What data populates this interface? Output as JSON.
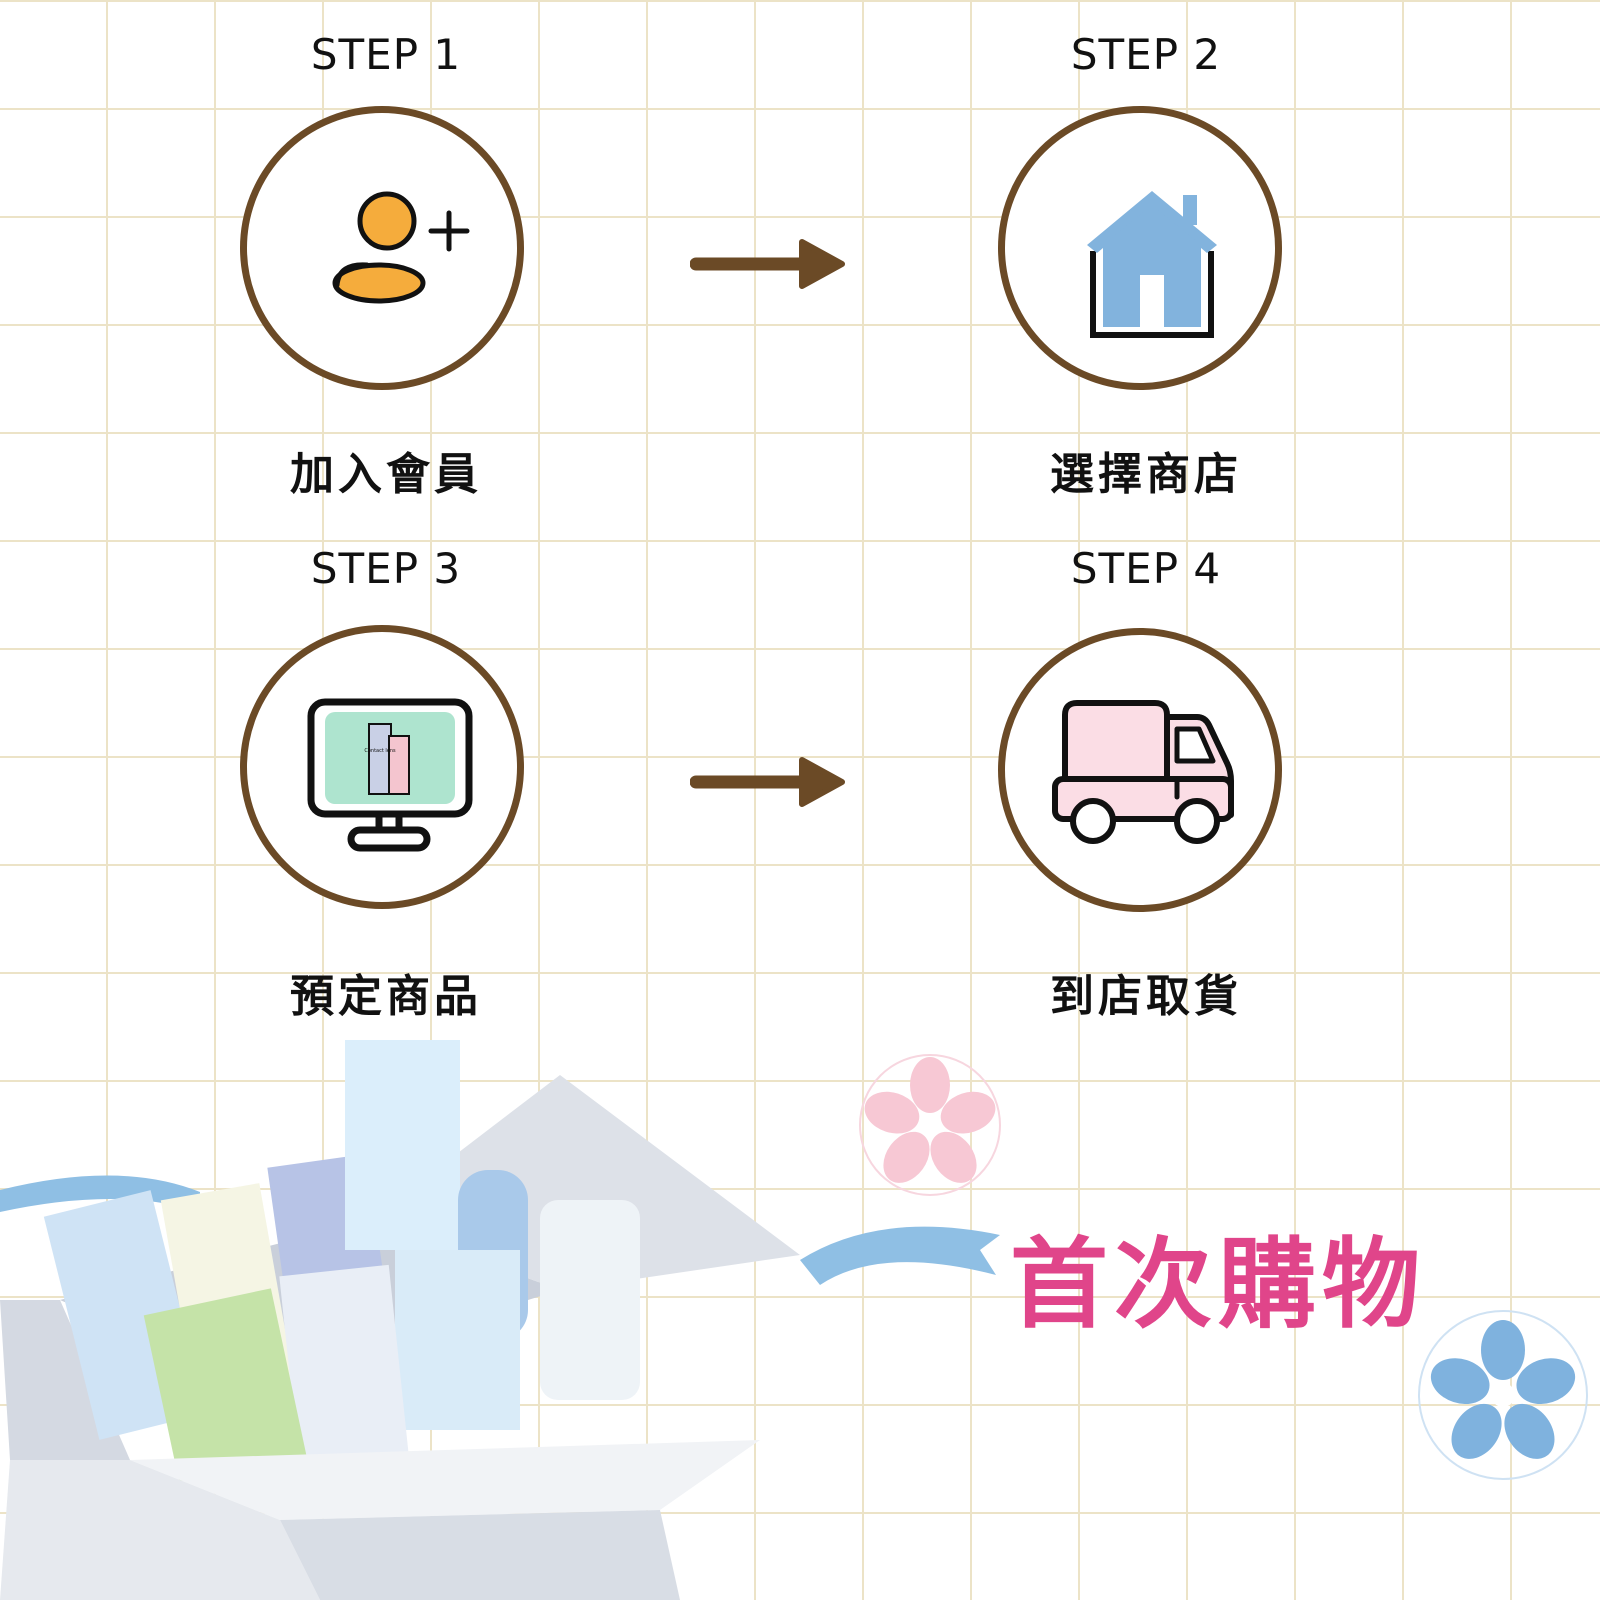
{
  "steps": [
    {
      "label": "STEP 1",
      "caption": "加入會員",
      "icon": "add-user-icon"
    },
    {
      "label": "STEP 2",
      "caption": "選擇商店",
      "icon": "house-icon"
    },
    {
      "label": "STEP 3",
      "caption": "預定商品",
      "icon": "monitor-icon"
    },
    {
      "label": "STEP 4",
      "caption": "到店取貨",
      "icon": "truck-icon"
    }
  ],
  "monitor_product_text": "Contact lens",
  "headline": "首次購物",
  "colors": {
    "circle_border": "#6b4a26",
    "arrow": "#6b4a26",
    "user_icon": "#f5ac3c",
    "house_icon": "#82b3dd",
    "monitor_screen": "#aee4cf",
    "truck_body": "#fbdde5",
    "headline": "#e0458a",
    "flower_pink": "#f7c8d4",
    "flower_blue": "#7fb2de",
    "ribbon": "#8fbfe4"
  }
}
